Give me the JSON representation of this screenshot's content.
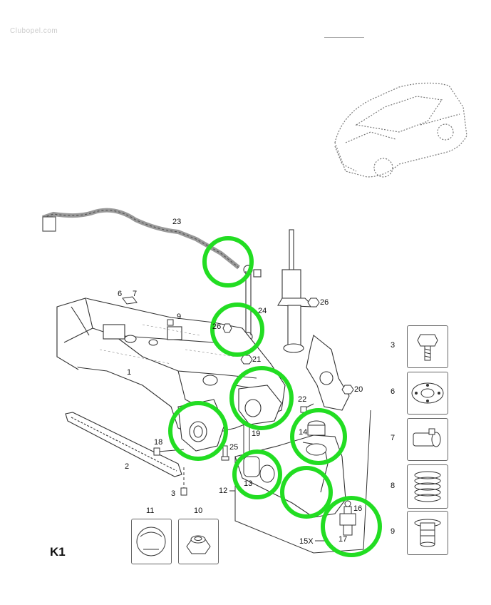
{
  "watermark": "Clubopel.com",
  "diagram_label": "K1",
  "colors": {
    "highlight": "#22dd22",
    "line": "#333333",
    "light": "#888888"
  },
  "callouts": {
    "n1": "1",
    "n2": "2",
    "n3a": "3",
    "n3": "3",
    "n6a": "6",
    "n7a": "7",
    "n9a": "9",
    "n11": "11",
    "n10": "10",
    "n12": "12",
    "n13": "13",
    "n14": "14",
    "n15x": "15X",
    "n16": "16",
    "n17": "17",
    "n18": "18",
    "n19": "19",
    "n20": "20",
    "n21": "21",
    "n22": "22",
    "n23": "23",
    "n24": "24",
    "n25": "25",
    "n26a": "26",
    "n26b": "26"
  },
  "side_cards": [
    {
      "num": "3",
      "icon": "bolt-icon"
    },
    {
      "num": "6",
      "icon": "plate-icon"
    },
    {
      "num": "7",
      "icon": "sleeve-icon"
    },
    {
      "num": "8",
      "icon": "spring-icon"
    },
    {
      "num": "9",
      "icon": "bump-stop-icon"
    }
  ]
}
